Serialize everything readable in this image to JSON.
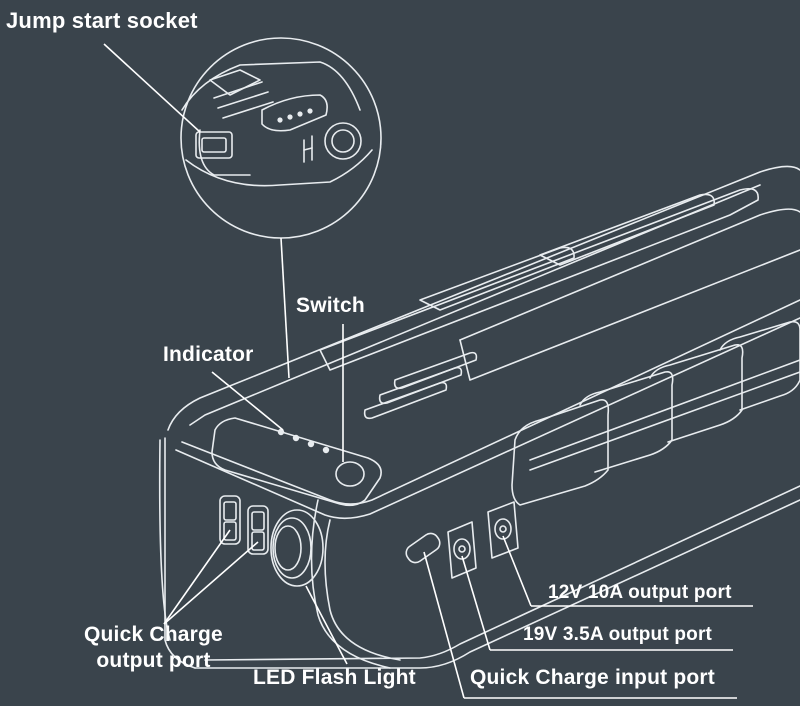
{
  "labels": {
    "jump_start_socket": "Jump start socket",
    "switch": "Switch",
    "indicator": "Indicator",
    "quick_charge_output_line1": "Quick Charge",
    "quick_charge_output_line2": "output port",
    "led_flash_light": "LED Flash Light",
    "output_12v": "12V 10A output port",
    "output_19v": "19V 3.5A output port",
    "quick_charge_input": "Quick Charge input port"
  },
  "colors": {
    "background": "#3a444c",
    "line": "#ffffff"
  }
}
